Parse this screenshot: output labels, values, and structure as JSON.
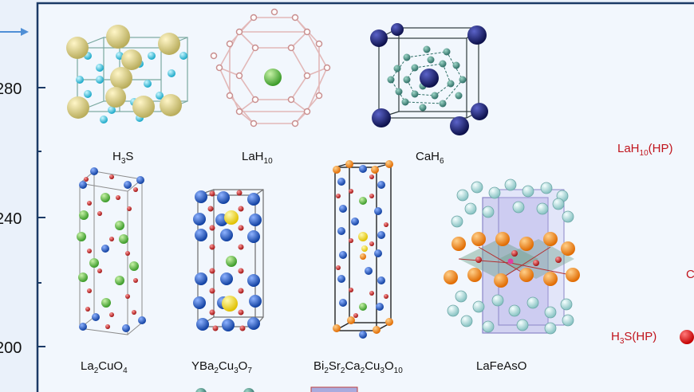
{
  "y_axis": {
    "ticks": [
      {
        "label": "280",
        "value": 280
      },
      {
        "label": "240",
        "value": 240
      },
      {
        "label": "200",
        "value": 200
      }
    ]
  },
  "structures": {
    "h3s": {
      "base": "H",
      "sub": "3",
      "rest": "S"
    },
    "lah10": {
      "base": "LaH",
      "sub": "10"
    },
    "cah6": {
      "base": "CaH",
      "sub": "6"
    },
    "la2cuo4": {
      "p1": "La",
      "s1": "2",
      "p2": "CuO",
      "s2": "4"
    },
    "ybco": {
      "p1": "YBa",
      "s1": "2",
      "p2": "Cu",
      "s2": "3",
      "p3": "O",
      "s3": "7"
    },
    "bscco": {
      "p1": "Bi",
      "s1": "2",
      "p2": "Sr",
      "s2": "2",
      "p3": "Ca",
      "s3": "2",
      "p4": "Cu",
      "s4": "3",
      "p5": "O",
      "s5": "10"
    },
    "lafeaso": {
      "label": "LaFeAsO"
    }
  },
  "data_labels": {
    "lah10_hp": {
      "base": "LaH",
      "sub": "10",
      "rest": "(HP)"
    },
    "c_partial": "C",
    "h3s_hp": {
      "base": "H",
      "sub": "3",
      "rest": "S(HP)"
    }
  },
  "colors": {
    "background": "#eaf1fa",
    "frame": "#1b3a66",
    "data_label": "#c0141c",
    "arrow": "#4f8fd6"
  },
  "icons": [
    "arrow-right-icon",
    "data-point-icon"
  ]
}
